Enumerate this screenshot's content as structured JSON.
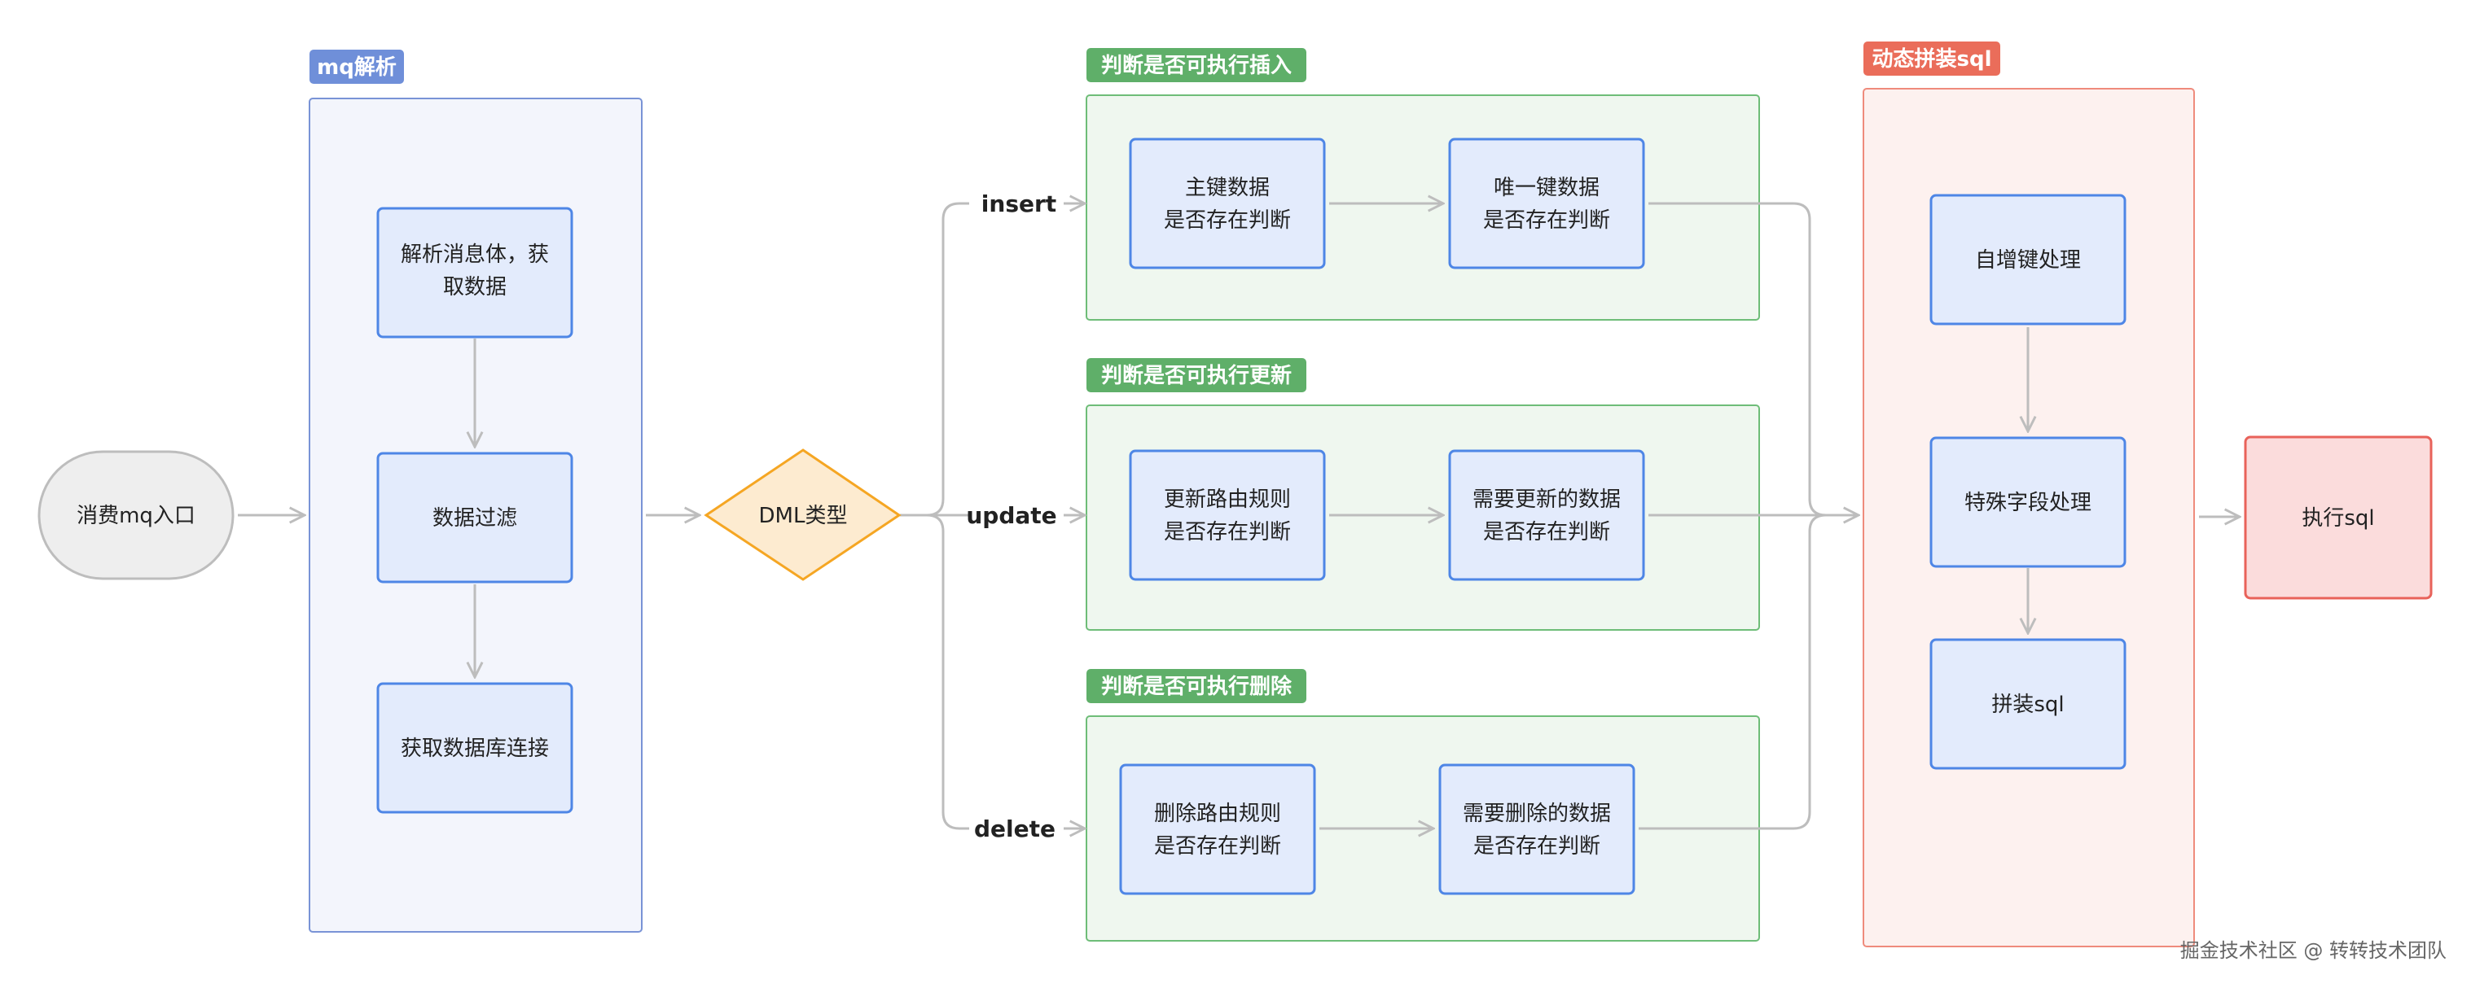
{
  "colors": {
    "connector": "#bdbdbd",
    "node_fill": "#e3ebfc",
    "node_stroke": "#4e86e6",
    "group_mq_fill": "#f3f5fc",
    "group_mq_stroke": "#7993d6",
    "group_mq_tag": "#6f8fd9",
    "group_green_fill": "#eff7ef",
    "group_green_stroke": "#6ebd78",
    "group_green_tag": "#5faf69",
    "group_sql_fill": "#fdf1ef",
    "group_sql_stroke": "#ef8b7c",
    "group_sql_tag": "#ea6d5a",
    "start_fill": "#eeeeee",
    "start_stroke": "#bdbdbd",
    "decision_fill": "#fdebd0",
    "decision_stroke": "#f5a623",
    "exec_fill": "#fbdcdc",
    "exec_stroke": "#e8625a"
  },
  "groups": {
    "mq": {
      "title": "mq解析"
    },
    "insert": {
      "title": "判断是否可执行插入"
    },
    "update": {
      "title": "判断是否可执行更新"
    },
    "delete": {
      "title": "判断是否可执行删除"
    },
    "sql": {
      "title": "动态拼装sql"
    }
  },
  "nodes": {
    "start": {
      "lines": [
        "消费mq入口"
      ]
    },
    "parse": {
      "lines": [
        "解析消息体，获",
        "取数据"
      ]
    },
    "filter": {
      "lines": [
        "数据过滤"
      ]
    },
    "conn": {
      "lines": [
        "获取数据库连接"
      ]
    },
    "dml": {
      "lines": [
        "DML类型"
      ]
    },
    "ins_pk": {
      "lines": [
        "主键数据",
        "是否存在判断"
      ]
    },
    "ins_uk": {
      "lines": [
        "唯一键数据",
        "是否存在判断"
      ]
    },
    "upd_route": {
      "lines": [
        "更新路由规则",
        "是否存在判断"
      ]
    },
    "upd_data": {
      "lines": [
        "需要更新的数据",
        "是否存在判断"
      ]
    },
    "del_route": {
      "lines": [
        "删除路由规则",
        "是否存在判断"
      ]
    },
    "del_data": {
      "lines": [
        "需要删除的数据",
        "是否存在判断"
      ]
    },
    "autoinc": {
      "lines": [
        "自增键处理"
      ]
    },
    "special": {
      "lines": [
        "特殊字段处理"
      ]
    },
    "assemble": {
      "lines": [
        "拼装sql"
      ]
    },
    "exec": {
      "lines": [
        "执行sql"
      ]
    }
  },
  "edge_labels": {
    "insert": "insert",
    "update": "update",
    "delete": "delete"
  },
  "watermark": "掘金技术社区 @ 转转技术团队"
}
